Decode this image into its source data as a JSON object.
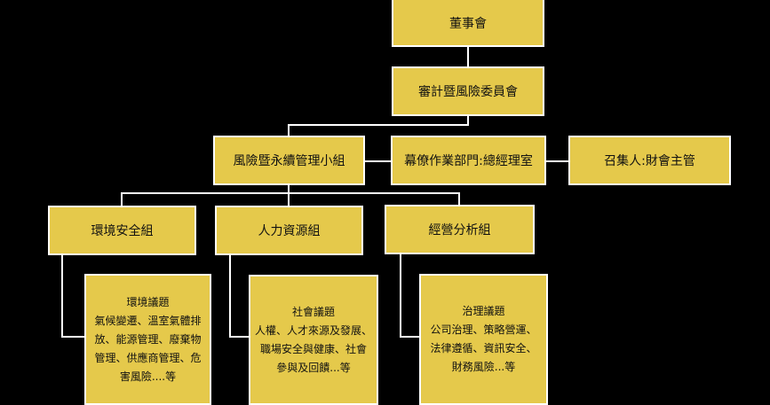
{
  "nodes": {
    "board": "董事會",
    "audit_risk_committee": "審計暨風險委員會",
    "risk_sustainability_team": "風險暨永續管理小組",
    "staff_department": "幕僚作業部門:總經理室",
    "convener": "召集人:財會主管",
    "environment_safety_group": "環境安全組",
    "human_resources_group": "人力資源組",
    "business_analysis_group": "經營分析組"
  },
  "issues": {
    "environment": {
      "title": "環境議題",
      "lines": [
        "氣候變遷、溫室氣體排",
        "放、能源管理、廢棄物",
        "管理、供應商管理、危",
        "害風險....等"
      ]
    },
    "social": {
      "title": "社會議題",
      "lines": [
        "人權、人才來源及發展、",
        "職場安全與健康、社會",
        "參與及回饋...等"
      ]
    },
    "governance": {
      "title": "治理議題",
      "lines": [
        "公司治理、策略營運、",
        "法律遵循、資訊安全、",
        "財務風險...等"
      ]
    }
  }
}
